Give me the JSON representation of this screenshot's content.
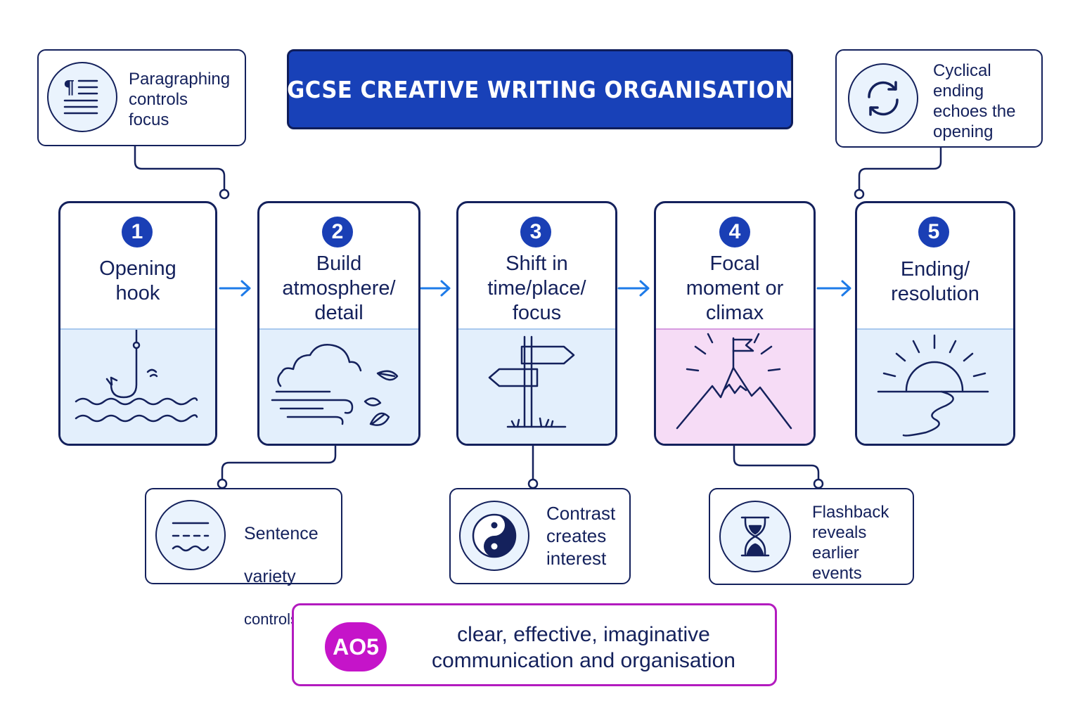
{
  "title": "GCSE CREATIVE WRITING ORGANISATION",
  "colors": {
    "navy": "#14215c",
    "title_blue": "#1841b8",
    "step_number_blue": "#1a3fb5",
    "arrow_blue": "#1e7be8",
    "panel_light_blue": "#e3effc",
    "panel_pink": "#f6dcf6",
    "ao_magenta": "#c514c9"
  },
  "steps": [
    {
      "number": "1",
      "label": "Opening\nhook",
      "icon": "fishing-hook-icon"
    },
    {
      "number": "2",
      "label": "Build\natmosphere/\ndetail",
      "icon": "cloud-wind-leaves-icon"
    },
    {
      "number": "3",
      "label": "Shift in\ntime/place/\nfocus",
      "icon": "signpost-icon"
    },
    {
      "number": "4",
      "label": "Focal\nmoment or\nclimax",
      "icon": "mountain-flag-icon"
    },
    {
      "number": "5",
      "label": "Ending/\nresolution",
      "icon": "sunset-icon"
    }
  ],
  "notes": {
    "paragraphing": {
      "text": "Paragraphing\ncontrols\nfocus",
      "icon": "paragraph-icon"
    },
    "cyclical": {
      "text": "Cyclical\nending\nechoes the\nopening",
      "icon": "cycle-arrows-icon"
    },
    "sentence": {
      "line1": "Sentence",
      "line2": "variety",
      "line3": "controls pace",
      "icon": "sentence-lines-icon"
    },
    "contrast": {
      "text": "Contrast\ncreates\ninterest",
      "icon": "yin-yang-icon"
    },
    "flashback": {
      "text": "Flashback\nreveals\nearlier\nevents",
      "icon": "hourglass-icon"
    }
  },
  "assessment": {
    "badge": "AO5",
    "line1": "clear, effective, imaginative",
    "line2": "communication and organisation"
  }
}
